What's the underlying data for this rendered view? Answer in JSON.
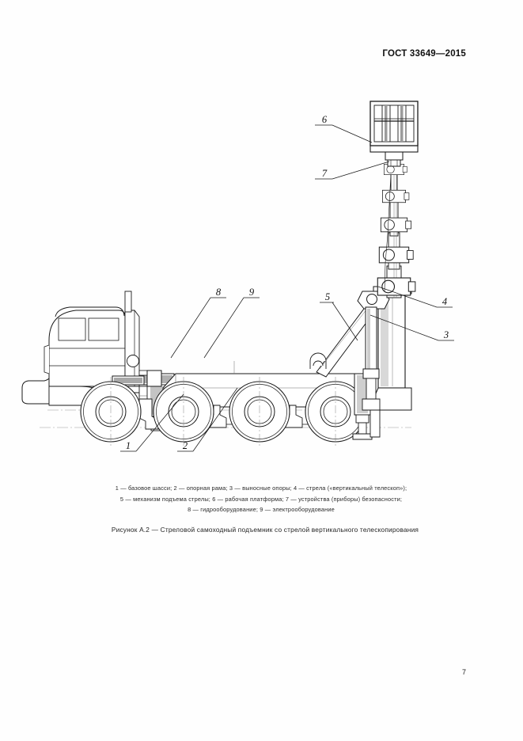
{
  "document": {
    "standard_header": "ГОСТ 33649—2015",
    "page_number": "7"
  },
  "figure": {
    "title": "Рисунок А.2 — Стреловой самоходный подъемник со стрелой вертикального телескопирования",
    "legend_lines": [
      "1 — базовое шасси; 2 — опорная рама; 3 — выносные опоры; 4 — стрела («вертикальный телескоп»);",
      "5 — механизм подъема стрелы; 6 — рабочая платформа; 7 — устройства (приборы) безопасности;",
      "8 — гидрооборудование; 9 — электрооборудование"
    ],
    "callouts": [
      {
        "id": "1",
        "label": "1",
        "meaning": "базовое шасси"
      },
      {
        "id": "2",
        "label": "2",
        "meaning": "опорная рама"
      },
      {
        "id": "3",
        "label": "3",
        "meaning": "выносные опоры"
      },
      {
        "id": "4",
        "label": "4",
        "meaning": "стрела («вертикальный телескоп»)"
      },
      {
        "id": "5",
        "label": "5",
        "meaning": "механизм подъема стрелы"
      },
      {
        "id": "6",
        "label": "6",
        "meaning": "рабочая платформа"
      },
      {
        "id": "7",
        "label": "7",
        "meaning": "устройства (приборы) безопасности"
      },
      {
        "id": "8",
        "label": "8",
        "meaning": "гидрооборудование"
      },
      {
        "id": "9",
        "label": "9",
        "meaning": "электрооборудование"
      }
    ],
    "colors": {
      "line": "#1a1a1a",
      "thin_line": "#3a3a3a",
      "center_line": "#8a8a8a",
      "fill": "#ffffff",
      "shade": "#9b9b9b"
    }
  }
}
